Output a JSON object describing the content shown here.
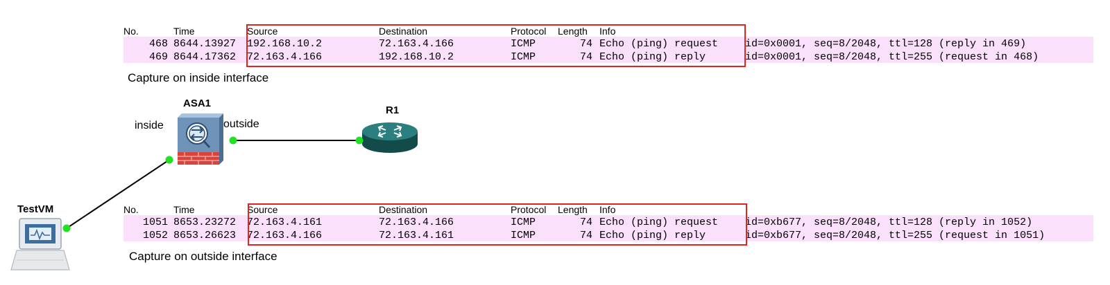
{
  "captures": [
    {
      "columns": [
        "No.",
        "Time",
        "Source",
        "Destination",
        "Protocol",
        "Length",
        "Info"
      ],
      "rows": [
        {
          "no": "468",
          "time": "8644.13927",
          "source": "192.168.10.2",
          "destination": "72.163.4.166",
          "protocol": "ICMP",
          "length": "74",
          "info": "Echo (ping) request",
          "details": "id=0x0001, seq=8/2048, ttl=128 (reply in 469)"
        },
        {
          "no": "469",
          "time": "8644.17362",
          "source": "72.163.4.166",
          "destination": "192.168.10.2",
          "protocol": "ICMP",
          "length": "74",
          "info": "Echo (ping) reply",
          "details": "id=0x0001, seq=8/2048, ttl=255 (request in 468)"
        }
      ],
      "caption": "Capture on inside interface"
    },
    {
      "columns": [
        "No.",
        "Time",
        "Source",
        "Destination",
        "Protocol",
        "Length",
        "Info"
      ],
      "rows": [
        {
          "no": "1051",
          "time": "8653.23272",
          "source": "72.163.4.161",
          "destination": "72.163.4.166",
          "protocol": "ICMP",
          "length": "74",
          "info": "Echo (ping) request",
          "details": "id=0xb677, seq=8/2048, ttl=128 (reply in 1052)"
        },
        {
          "no": "1052",
          "time": "8653.26623",
          "source": "72.163.4.166",
          "destination": "72.163.4.161",
          "protocol": "ICMP",
          "length": "74",
          "info": "Echo (ping) reply",
          "details": "id=0xb677, seq=8/2048, ttl=255 (request in 1051)"
        }
      ],
      "caption": "Capture on outside interface"
    }
  ],
  "topology": {
    "asa": {
      "name": "ASA1",
      "inside_label": "inside",
      "outside_label": "outside"
    },
    "router": {
      "name": "R1"
    },
    "host": {
      "name": "TestVM"
    }
  },
  "colors": {
    "row_highlight": "#fae0fa",
    "highlight_box": "#e32222",
    "link_dot": "#22e022",
    "router_teal": "#1f6b6b",
    "firewall_blue": "#6f93b8",
    "firewall_brick": "#d8443c"
  }
}
